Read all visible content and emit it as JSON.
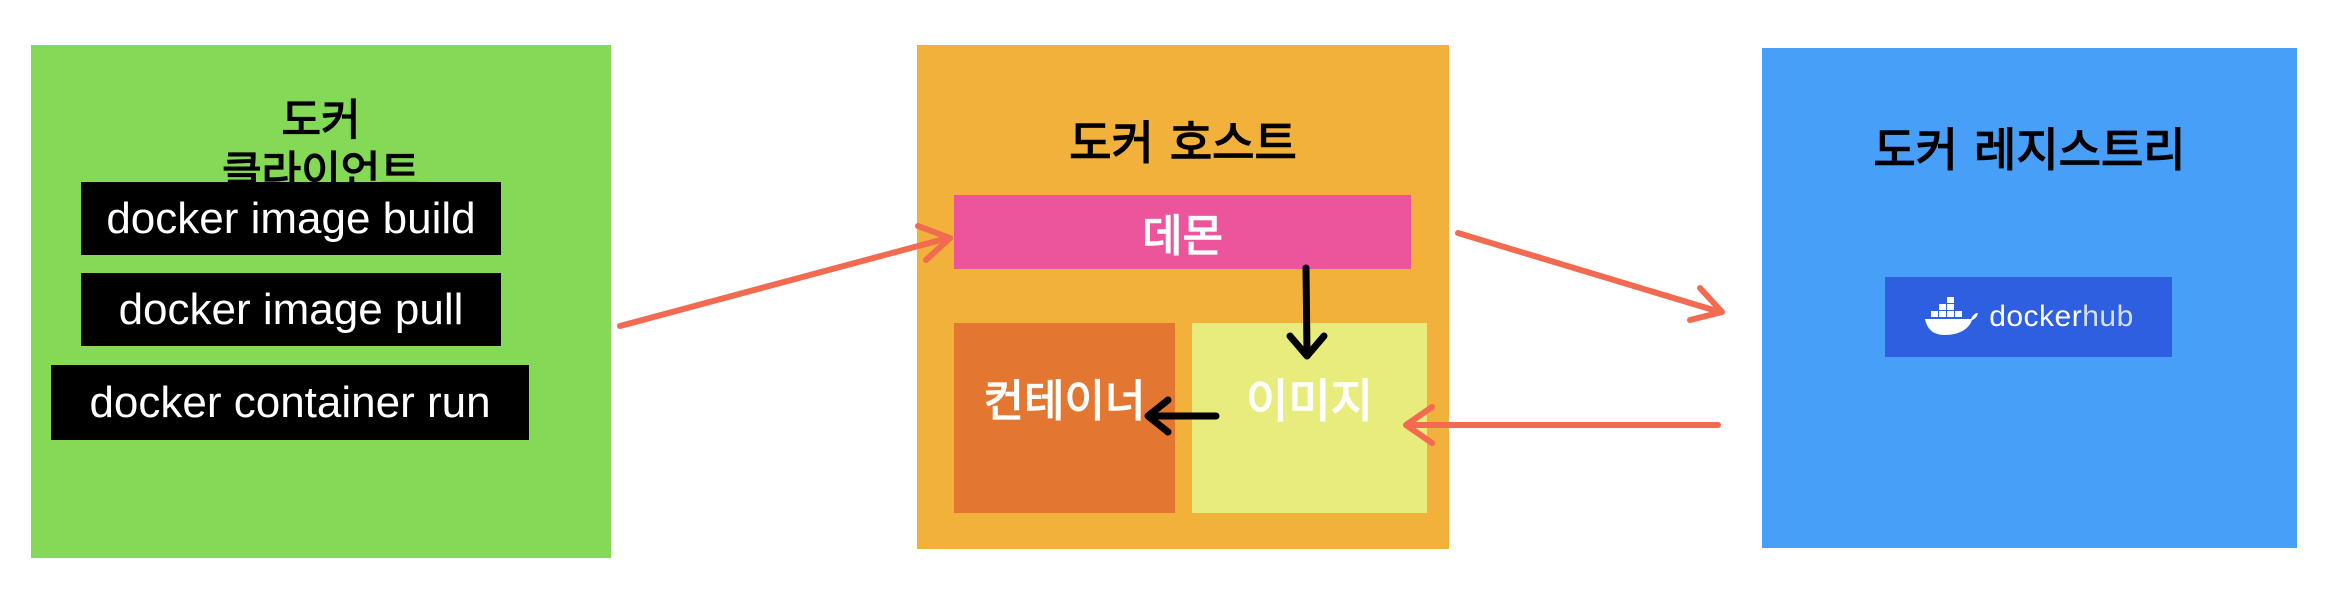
{
  "client": {
    "title": "도커\n클라이언트",
    "commands": [
      "docker image build",
      "docker image pull",
      "docker container run"
    ],
    "color": "#84d957"
  },
  "host": {
    "title": "도커 호스트",
    "daemon": "데몬",
    "container": "컨테이너",
    "image": "이미지",
    "color": "#f2b13b",
    "daemon_color": "#ec559c",
    "container_color": "#e37630",
    "image_color": "#e8ec7c"
  },
  "registry": {
    "title": "도커 레지스트리",
    "logo": {
      "brand": "docker",
      "suffix": "hub",
      "icon": "docker-whale-icon",
      "color": "#2d5fe0"
    },
    "color": "#479ff8"
  },
  "arrow_colors": {
    "primary": "#f26a4f",
    "internal": "#000000"
  }
}
